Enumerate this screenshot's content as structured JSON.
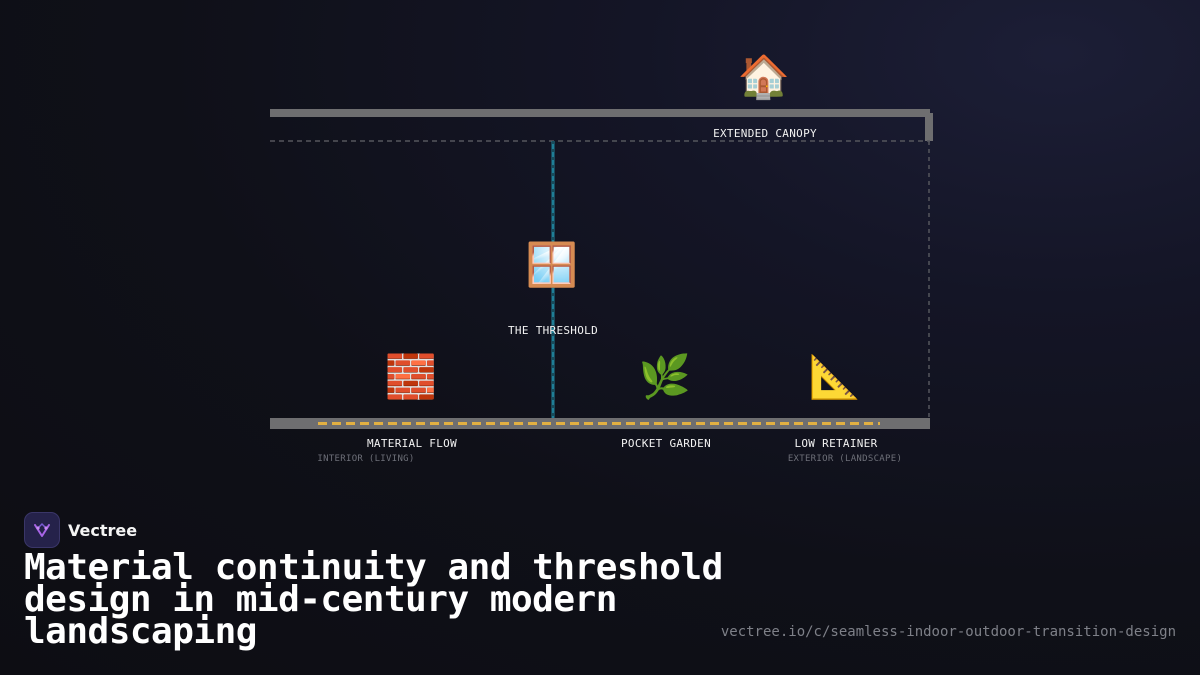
{
  "diagram": {
    "labels": {
      "canopy": "EXTENDED CANOPY",
      "threshold": "THE THRESHOLD",
      "material_flow": "MATERIAL FLOW",
      "interior": "INTERIOR (LIVING)",
      "pocket_garden": "POCKET GARDEN",
      "low_retainer": "LOW RETAINER",
      "exterior": "EXTERIOR (LANDSCAPE)"
    },
    "icons": {
      "house": "🏠",
      "window": "🪟",
      "brick": "🧱",
      "plant": "🌿",
      "triangle_ruler": "📐"
    },
    "colors": {
      "roof": "#6e6e70",
      "threshold_line": "#1f7e96",
      "dash_accent": "#e2b042",
      "guide": "#55565d"
    }
  },
  "brand": {
    "name": "Vectree"
  },
  "headline": "Material continuity and threshold design in mid-century modern landscaping",
  "url": "vectree.io/c/seamless-indoor-outdoor-transition-design"
}
